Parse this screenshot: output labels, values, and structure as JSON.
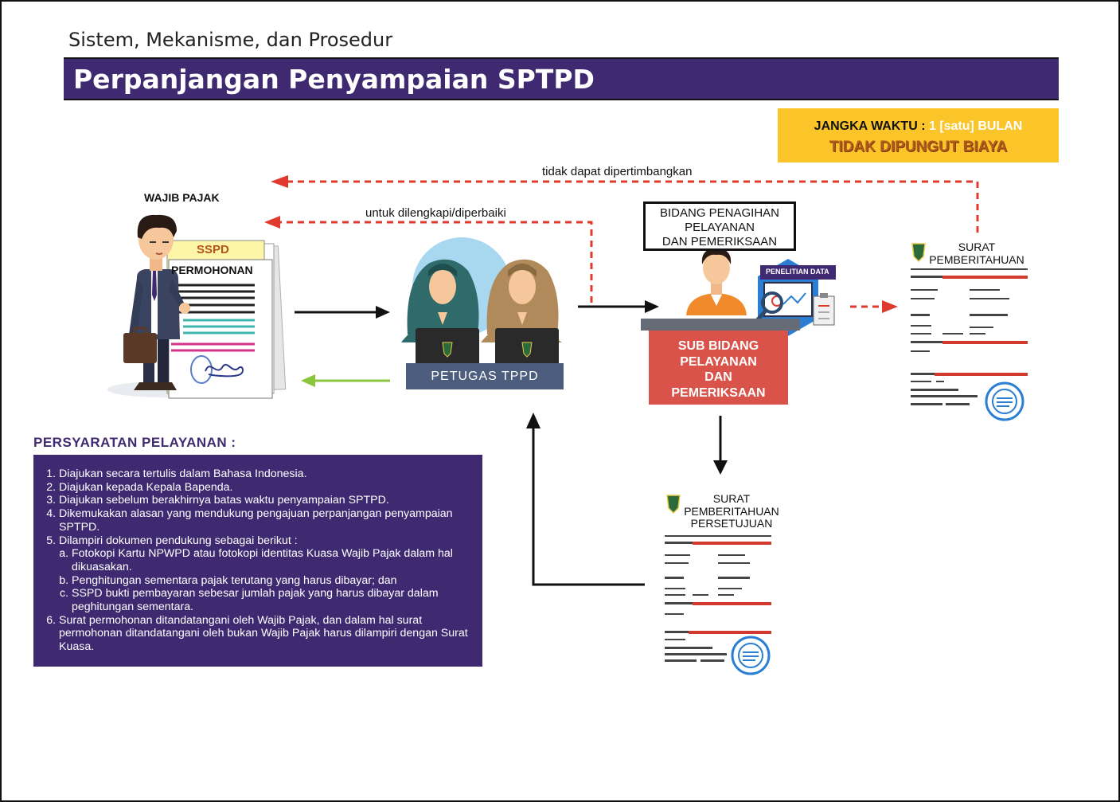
{
  "header": {
    "subtitle": "Sistem, Mekanisme, dan Prosedur",
    "title": "Perpanjangan Penyampaian SPTPD"
  },
  "time_info": {
    "label": "JANGKA WAKTU",
    "separator": " : ",
    "value": "1 [satu] BULAN",
    "fee": "TIDAK DIPUNGUT BIAYA"
  },
  "actors": {
    "wajib_pajak": "WAJIB PAJAK",
    "petugas": "PETUGAS TPPD",
    "bidang": [
      "BIDANG PENAGIHAN",
      "PELAYANAN",
      "DAN PEMERIKSAAN"
    ],
    "sub_bidang": [
      "SUB BIDANG",
      "PELAYANAN",
      "DAN",
      "PEMERIKSAAN"
    ],
    "penelitian": "PENELITIAN DATA"
  },
  "documents": {
    "sspd": "SSPD",
    "permohonan": "PERMOHONAN",
    "surat_pemberitahuan": [
      "SURAT",
      "PEMBERITAHUAN"
    ],
    "surat_persetujuan": [
      "SURAT",
      "PEMBERITAHUAN",
      "PERSETUJUAN"
    ]
  },
  "flows": {
    "rejected": "tidak dapat dipertimbangkan",
    "revise": "untuk dilengkapi/diperbaiki"
  },
  "requirements": {
    "title": "PERSYARATAN PELAYANAN :",
    "items": [
      "Diajukan secara tertulis dalam Bahasa Indonesia.",
      "Diajukan kepada Kepala Bapenda.",
      "Diajukan sebelum berakhirnya batas waktu penyampaian SPTPD.",
      "Dikemukakan alasan yang mendukung pengajuan perpanjangan penyampaian SPTPD.",
      "Dilampiri dokumen pendukung sebagai berikut :",
      "Surat permohonan ditandatangani oleh Wajib Pajak, dan dalam hal surat permohonan ditandatangani oleh bukan Wajib Pajak harus dilampiri dengan Surat Kuasa."
    ],
    "sub_items": [
      "Fotokopi Kartu NPWPD atau fotokopi identitas Kuasa Wajib Pajak dalam hal dikuasakan.",
      "Penghitungan sementara pajak terutang yang harus dibayar; dan",
      "SSPD bukti pembayaran sebesar jumlah pajak yang harus dibayar dalam peghitungan sementara."
    ]
  },
  "colors": {
    "purple": "#3f2a72",
    "yellow": "#fbc52a",
    "red": "#e03a2f",
    "sub_bidang": "#d9534a",
    "petugas": "#4d5d7d",
    "green_arrow": "#8cc63f"
  }
}
